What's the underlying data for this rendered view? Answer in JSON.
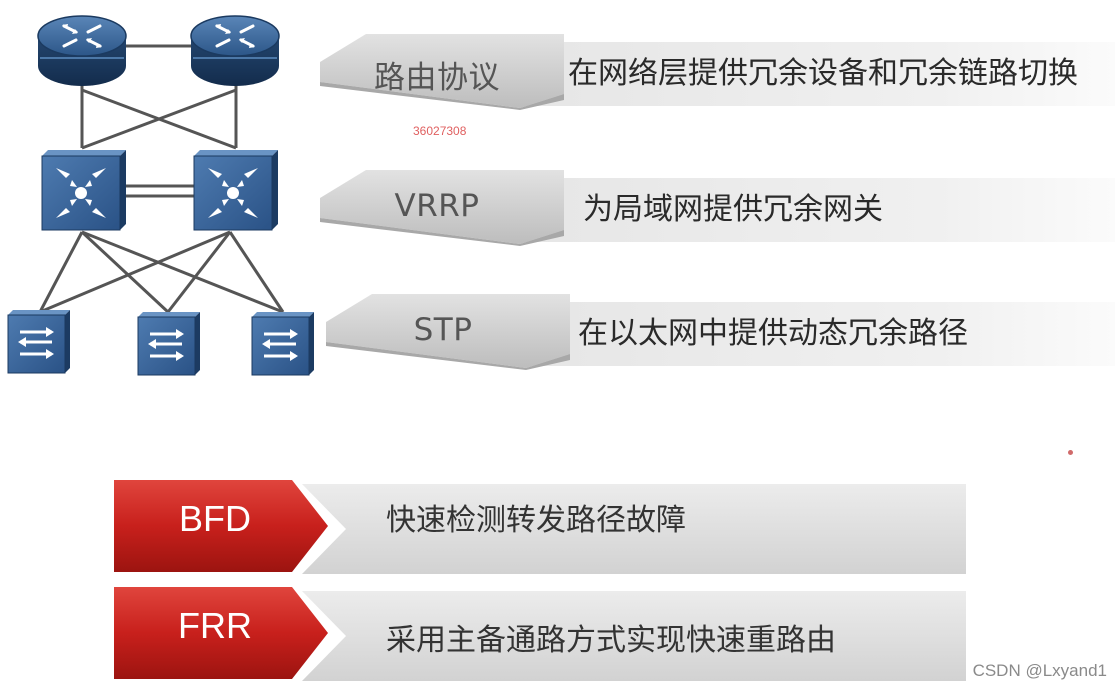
{
  "protocols": [
    {
      "name": "路由协议",
      "description": "在网络层提供冗余设备和冗余链路切换"
    },
    {
      "name": "VRRP",
      "description": "为局域网提供冗余网关"
    },
    {
      "name": "STP",
      "description": "在以太网中提供动态冗余路径"
    }
  ],
  "features": [
    {
      "name": "BFD",
      "description": "快速检测转发路径故障"
    },
    {
      "name": "FRR",
      "description": "采用主备通路方式实现快速重路由"
    }
  ],
  "watermark": {
    "id": "36027308",
    "credit": "CSDN @Lxyand1"
  },
  "colors": {
    "device_blue": "#2e5b8c",
    "device_dark": "#1e3f66",
    "banner_red": "#c8201c",
    "ribbon_gray": "#d4d4d4"
  }
}
